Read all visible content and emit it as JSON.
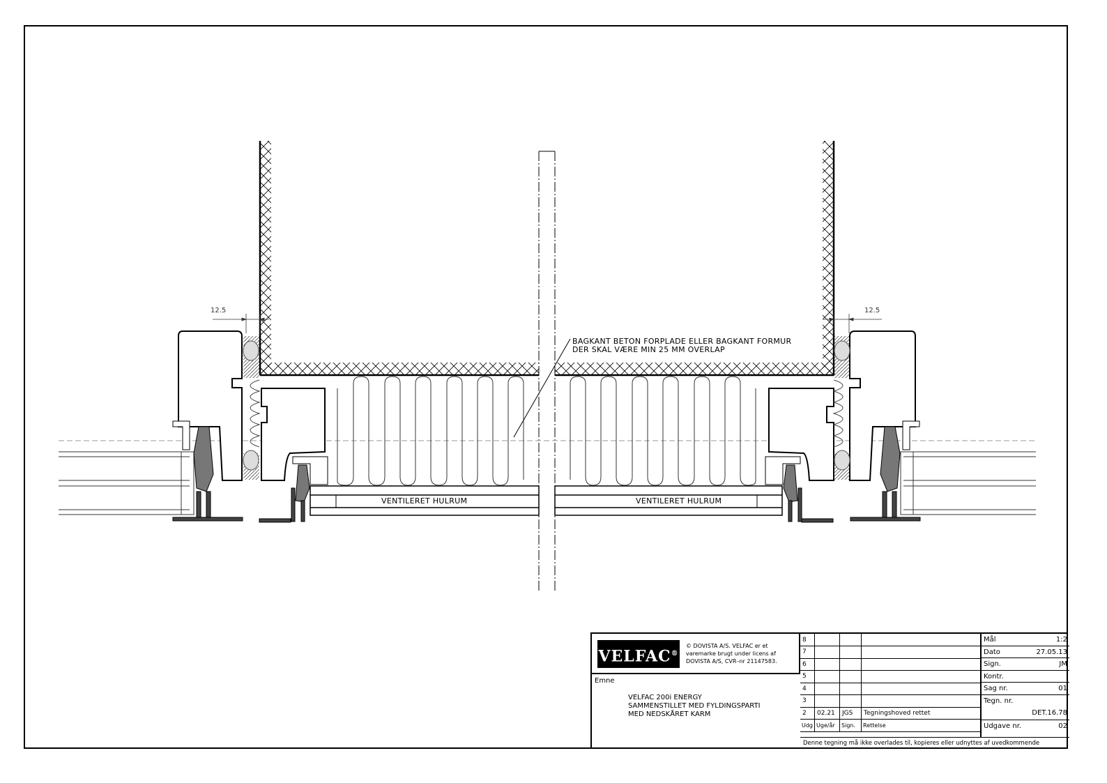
{
  "drawing": {
    "annotation_note": [
      "BAGKANT  BETON FORPLADE ELLER BAGKANT FORMUR",
      "DER SKAL VÆRE MIN 25 MM OVERLAP"
    ],
    "dimension_left": "12.5",
    "dimension_right": "12.5",
    "cavity_label_left": "VENTILERET  HULRUM",
    "cavity_label_right": "VENTILERET  HULRUM"
  },
  "title_block": {
    "logo_text": "VELFAC",
    "logo_mark": "®",
    "copyright_lines": [
      "© DOVISTA A/S. VELFAC er et",
      "varemarke brugt under licens af",
      "DOVISTA A/S, CVR–nr 21147583."
    ],
    "subject_label": "Emne",
    "subject_lines": [
      "VELFAC 200i ENERGY",
      "SAMMENSTILLET MED FYLDINGSPARTI",
      "MED NEDSKÅRET KARM"
    ],
    "revisions": [
      {
        "udg": "8",
        "uge": "",
        "sign": "",
        "rettelse": ""
      },
      {
        "udg": "7",
        "uge": "",
        "sign": "",
        "rettelse": ""
      },
      {
        "udg": "6",
        "uge": "",
        "sign": "",
        "rettelse": ""
      },
      {
        "udg": "5",
        "uge": "",
        "sign": "",
        "rettelse": ""
      },
      {
        "udg": "4",
        "uge": "",
        "sign": "",
        "rettelse": ""
      },
      {
        "udg": "3",
        "uge": "",
        "sign": "",
        "rettelse": ""
      },
      {
        "udg": "2",
        "uge": "02.21",
        "sign": "JGS",
        "rettelse": "Tegningshoved  rettet"
      }
    ],
    "revision_headers": {
      "udg": "Udg",
      "uge": "Uge/år",
      "sign": "Sign.",
      "rettelse": "Rettelse"
    },
    "meta": {
      "maal_label": "Mål",
      "maal": "1:2",
      "dato_label": "Dato",
      "dato": "27.05.13",
      "sign_label": "Sign.",
      "sign": "JM",
      "kontr_label": "Kontr.",
      "kontr": "",
      "sag_label": "Sag  nr.",
      "sag": "01",
      "tegn_label": "Tegn.  nr.",
      "tegn": "DET.16.78",
      "udgave_label": "Udgave  nr.",
      "udgave": "02"
    },
    "footer_note": "Denne tegning må ikke overlades til, kopieres eller udnyttes af uvedkommende"
  }
}
